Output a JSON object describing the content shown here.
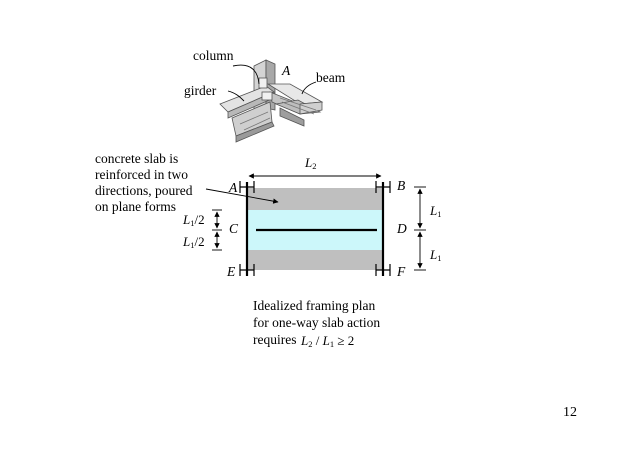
{
  "perspective": {
    "column_label": "column",
    "girder_label": "girder",
    "beam_label": "beam",
    "point_a_label": "A"
  },
  "plan": {
    "span_label": {
      "var": "L",
      "sub": "2"
    },
    "points": {
      "A": "A",
      "B": "B",
      "C": "C",
      "D": "D",
      "E": "E",
      "F": "F"
    },
    "half_span_labels": [
      {
        "var": "L",
        "sub": "1",
        "rest": "/2"
      },
      {
        "var": "L",
        "sub": "1",
        "rest": "/2"
      }
    ],
    "bay_labels": [
      {
        "var": "L",
        "sub": "1"
      },
      {
        "var": "L",
        "sub": "1"
      }
    ],
    "colors": {
      "slab_gray": "#bfbfbf",
      "strip_cyan": "#ccf7fa"
    }
  },
  "slab_note": [
    "concrete slab is",
    "reinforced in two",
    "directions, poured",
    "on plane forms"
  ],
  "caption": {
    "lines": [
      "Idealized framing plan",
      "for one-way slab action",
      "requires"
    ],
    "condition": {
      "l2": "L",
      "l2_sub": "2",
      "slash": " / ",
      "l1": "L",
      "l1_sub": "1",
      "rel": " ≥ 2"
    }
  },
  "page_number": "12"
}
